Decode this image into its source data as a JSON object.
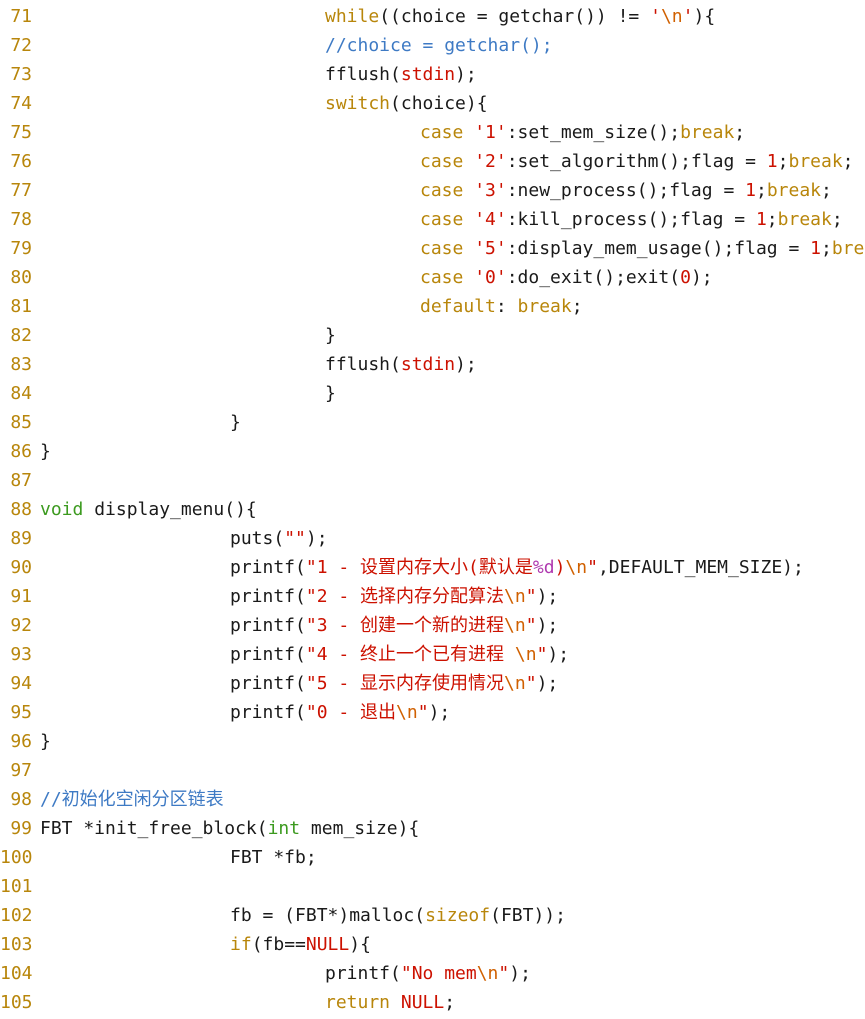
{
  "editor": {
    "indent_unit": 1,
    "lines": [
      {
        "n": "71",
        "indent": 3,
        "tokens": [
          [
            "kw",
            "while"
          ],
          [
            "plain",
            "((choice = getchar()) != "
          ],
          [
            "str",
            "'"
          ],
          [
            "esc",
            "\\n"
          ],
          [
            "str",
            "'"
          ],
          [
            "plain",
            "){"
          ]
        ]
      },
      {
        "n": "72",
        "indent": 3,
        "tokens": [
          [
            "comment",
            "//choice = getchar();"
          ]
        ]
      },
      {
        "n": "73",
        "indent": 3,
        "tokens": [
          [
            "plain",
            "fflush("
          ],
          [
            "const",
            "stdin"
          ],
          [
            "plain",
            ");"
          ]
        ]
      },
      {
        "n": "74",
        "indent": 3,
        "tokens": [
          [
            "kw",
            "switch"
          ],
          [
            "plain",
            "(choice){"
          ]
        ]
      },
      {
        "n": "75",
        "indent": 4,
        "tokens": [
          [
            "kw",
            "case "
          ],
          [
            "str",
            "'1'"
          ],
          [
            "plain",
            ":set_mem_size();"
          ],
          [
            "kw",
            "break"
          ],
          [
            "plain",
            ";"
          ]
        ]
      },
      {
        "n": "76",
        "indent": 4,
        "tokens": [
          [
            "kw",
            "case "
          ],
          [
            "str",
            "'2'"
          ],
          [
            "plain",
            ":set_algorithm();flag = "
          ],
          [
            "num",
            "1"
          ],
          [
            "plain",
            ";"
          ],
          [
            "kw",
            "break"
          ],
          [
            "plain",
            ";"
          ]
        ]
      },
      {
        "n": "77",
        "indent": 4,
        "tokens": [
          [
            "kw",
            "case "
          ],
          [
            "str",
            "'3'"
          ],
          [
            "plain",
            ":new_process();flag = "
          ],
          [
            "num",
            "1"
          ],
          [
            "plain",
            ";"
          ],
          [
            "kw",
            "break"
          ],
          [
            "plain",
            ";"
          ]
        ]
      },
      {
        "n": "78",
        "indent": 4,
        "tokens": [
          [
            "kw",
            "case "
          ],
          [
            "str",
            "'4'"
          ],
          [
            "plain",
            ":kill_process();flag = "
          ],
          [
            "num",
            "1"
          ],
          [
            "plain",
            ";"
          ],
          [
            "kw",
            "break"
          ],
          [
            "plain",
            ";"
          ]
        ]
      },
      {
        "n": "79",
        "indent": 4,
        "tokens": [
          [
            "kw",
            "case "
          ],
          [
            "str",
            "'5'"
          ],
          [
            "plain",
            ":display_mem_usage();flag = "
          ],
          [
            "num",
            "1"
          ],
          [
            "plain",
            ";"
          ],
          [
            "kw",
            "break"
          ],
          [
            "plain",
            ";"
          ]
        ]
      },
      {
        "n": "80",
        "indent": 4,
        "tokens": [
          [
            "kw",
            "case "
          ],
          [
            "str",
            "'0'"
          ],
          [
            "plain",
            ":do_exit();exit("
          ],
          [
            "num",
            "0"
          ],
          [
            "plain",
            ");"
          ]
        ]
      },
      {
        "n": "81",
        "indent": 4,
        "tokens": [
          [
            "kw",
            "default"
          ],
          [
            "plain",
            ": "
          ],
          [
            "kw",
            "break"
          ],
          [
            "plain",
            ";"
          ]
        ]
      },
      {
        "n": "82",
        "indent": 3,
        "tokens": [
          [
            "plain",
            "}"
          ]
        ]
      },
      {
        "n": "83",
        "indent": 3,
        "tokens": [
          [
            "plain",
            "fflush("
          ],
          [
            "const",
            "stdin"
          ],
          [
            "plain",
            ");"
          ]
        ]
      },
      {
        "n": "84",
        "indent": 3,
        "tokens": [
          [
            "plain",
            "}"
          ]
        ]
      },
      {
        "n": "85",
        "indent": 2,
        "tokens": [
          [
            "plain",
            "}"
          ]
        ]
      },
      {
        "n": "86",
        "indent": 0,
        "tokens": [
          [
            "plain",
            "}"
          ]
        ]
      },
      {
        "n": "87",
        "indent": 0,
        "tokens": []
      },
      {
        "n": "88",
        "indent": 0,
        "tokens": [
          [
            "type",
            "void"
          ],
          [
            "plain",
            " display_menu(){"
          ]
        ]
      },
      {
        "n": "89",
        "indent": 2,
        "tokens": [
          [
            "plain",
            "puts("
          ],
          [
            "str",
            "\"\""
          ],
          [
            "plain",
            ");"
          ]
        ]
      },
      {
        "n": "90",
        "indent": 2,
        "tokens": [
          [
            "plain",
            "printf("
          ],
          [
            "str",
            "\"1 - 设置内存大小(默认是"
          ],
          [
            "fmt",
            "%d"
          ],
          [
            "str",
            ")"
          ],
          [
            "esc",
            "\\n"
          ],
          [
            "str",
            "\""
          ],
          [
            "plain",
            ",DEFAULT_MEM_SIZE);"
          ]
        ]
      },
      {
        "n": "91",
        "indent": 2,
        "tokens": [
          [
            "plain",
            "printf("
          ],
          [
            "str",
            "\"2 - 选择内存分配算法"
          ],
          [
            "esc",
            "\\n"
          ],
          [
            "str",
            "\""
          ],
          [
            "plain",
            ");"
          ]
        ]
      },
      {
        "n": "92",
        "indent": 2,
        "tokens": [
          [
            "plain",
            "printf("
          ],
          [
            "str",
            "\"3 - 创建一个新的进程"
          ],
          [
            "esc",
            "\\n"
          ],
          [
            "str",
            "\""
          ],
          [
            "plain",
            ");"
          ]
        ]
      },
      {
        "n": "93",
        "indent": 2,
        "tokens": [
          [
            "plain",
            "printf("
          ],
          [
            "str",
            "\"4 - 终止一个已有进程 "
          ],
          [
            "esc",
            "\\n"
          ],
          [
            "str",
            "\""
          ],
          [
            "plain",
            ");"
          ]
        ]
      },
      {
        "n": "94",
        "indent": 2,
        "tokens": [
          [
            "plain",
            "printf("
          ],
          [
            "str",
            "\"5 - 显示内存使用情况"
          ],
          [
            "esc",
            "\\n"
          ],
          [
            "str",
            "\""
          ],
          [
            "plain",
            ");"
          ]
        ]
      },
      {
        "n": "95",
        "indent": 2,
        "tokens": [
          [
            "plain",
            "printf("
          ],
          [
            "str",
            "\"0 - 退出"
          ],
          [
            "esc",
            "\\n"
          ],
          [
            "str",
            "\""
          ],
          [
            "plain",
            ");"
          ]
        ]
      },
      {
        "n": "96",
        "indent": 0,
        "tokens": [
          [
            "plain",
            "}"
          ]
        ]
      },
      {
        "n": "97",
        "indent": 0,
        "tokens": []
      },
      {
        "n": "98",
        "indent": 0,
        "tokens": [
          [
            "comment",
            "//初始化空闲分区链表"
          ]
        ]
      },
      {
        "n": "99",
        "indent": 0,
        "tokens": [
          [
            "plain",
            "FBT *init_free_block("
          ],
          [
            "type",
            "int"
          ],
          [
            "plain",
            " mem_size){"
          ]
        ]
      },
      {
        "n": "100",
        "indent": 2,
        "tokens": [
          [
            "plain",
            "FBT *fb;"
          ]
        ]
      },
      {
        "n": "101",
        "indent": 0,
        "tokens": []
      },
      {
        "n": "102",
        "indent": 2,
        "tokens": [
          [
            "plain",
            "fb = (FBT*)malloc("
          ],
          [
            "kw",
            "sizeof"
          ],
          [
            "plain",
            "(FBT));"
          ]
        ]
      },
      {
        "n": "103",
        "indent": 2,
        "tokens": [
          [
            "kw",
            "if"
          ],
          [
            "plain",
            "(fb=="
          ],
          [
            "const",
            "NULL"
          ],
          [
            "plain",
            "){"
          ]
        ]
      },
      {
        "n": "104",
        "indent": 3,
        "tokens": [
          [
            "plain",
            "printf("
          ],
          [
            "str",
            "\"No mem"
          ],
          [
            "esc",
            "\\n"
          ],
          [
            "str",
            "\""
          ],
          [
            "plain",
            ");"
          ]
        ]
      },
      {
        "n": "105",
        "indent": 3,
        "tokens": [
          [
            "kw",
            "return"
          ],
          [
            "plain",
            " "
          ],
          [
            "const",
            "NULL"
          ],
          [
            "plain",
            ";"
          ]
        ]
      }
    ]
  },
  "colors": {
    "line_number": "#b8860b",
    "keyword": "#b8860b",
    "type": "#3c9a1f",
    "string": "#cc1100",
    "comment": "#3e7ac4",
    "format_spec": "#b03ab0",
    "escape": "#d06000",
    "text": "#1a1a1a",
    "background": "#ffffff"
  }
}
